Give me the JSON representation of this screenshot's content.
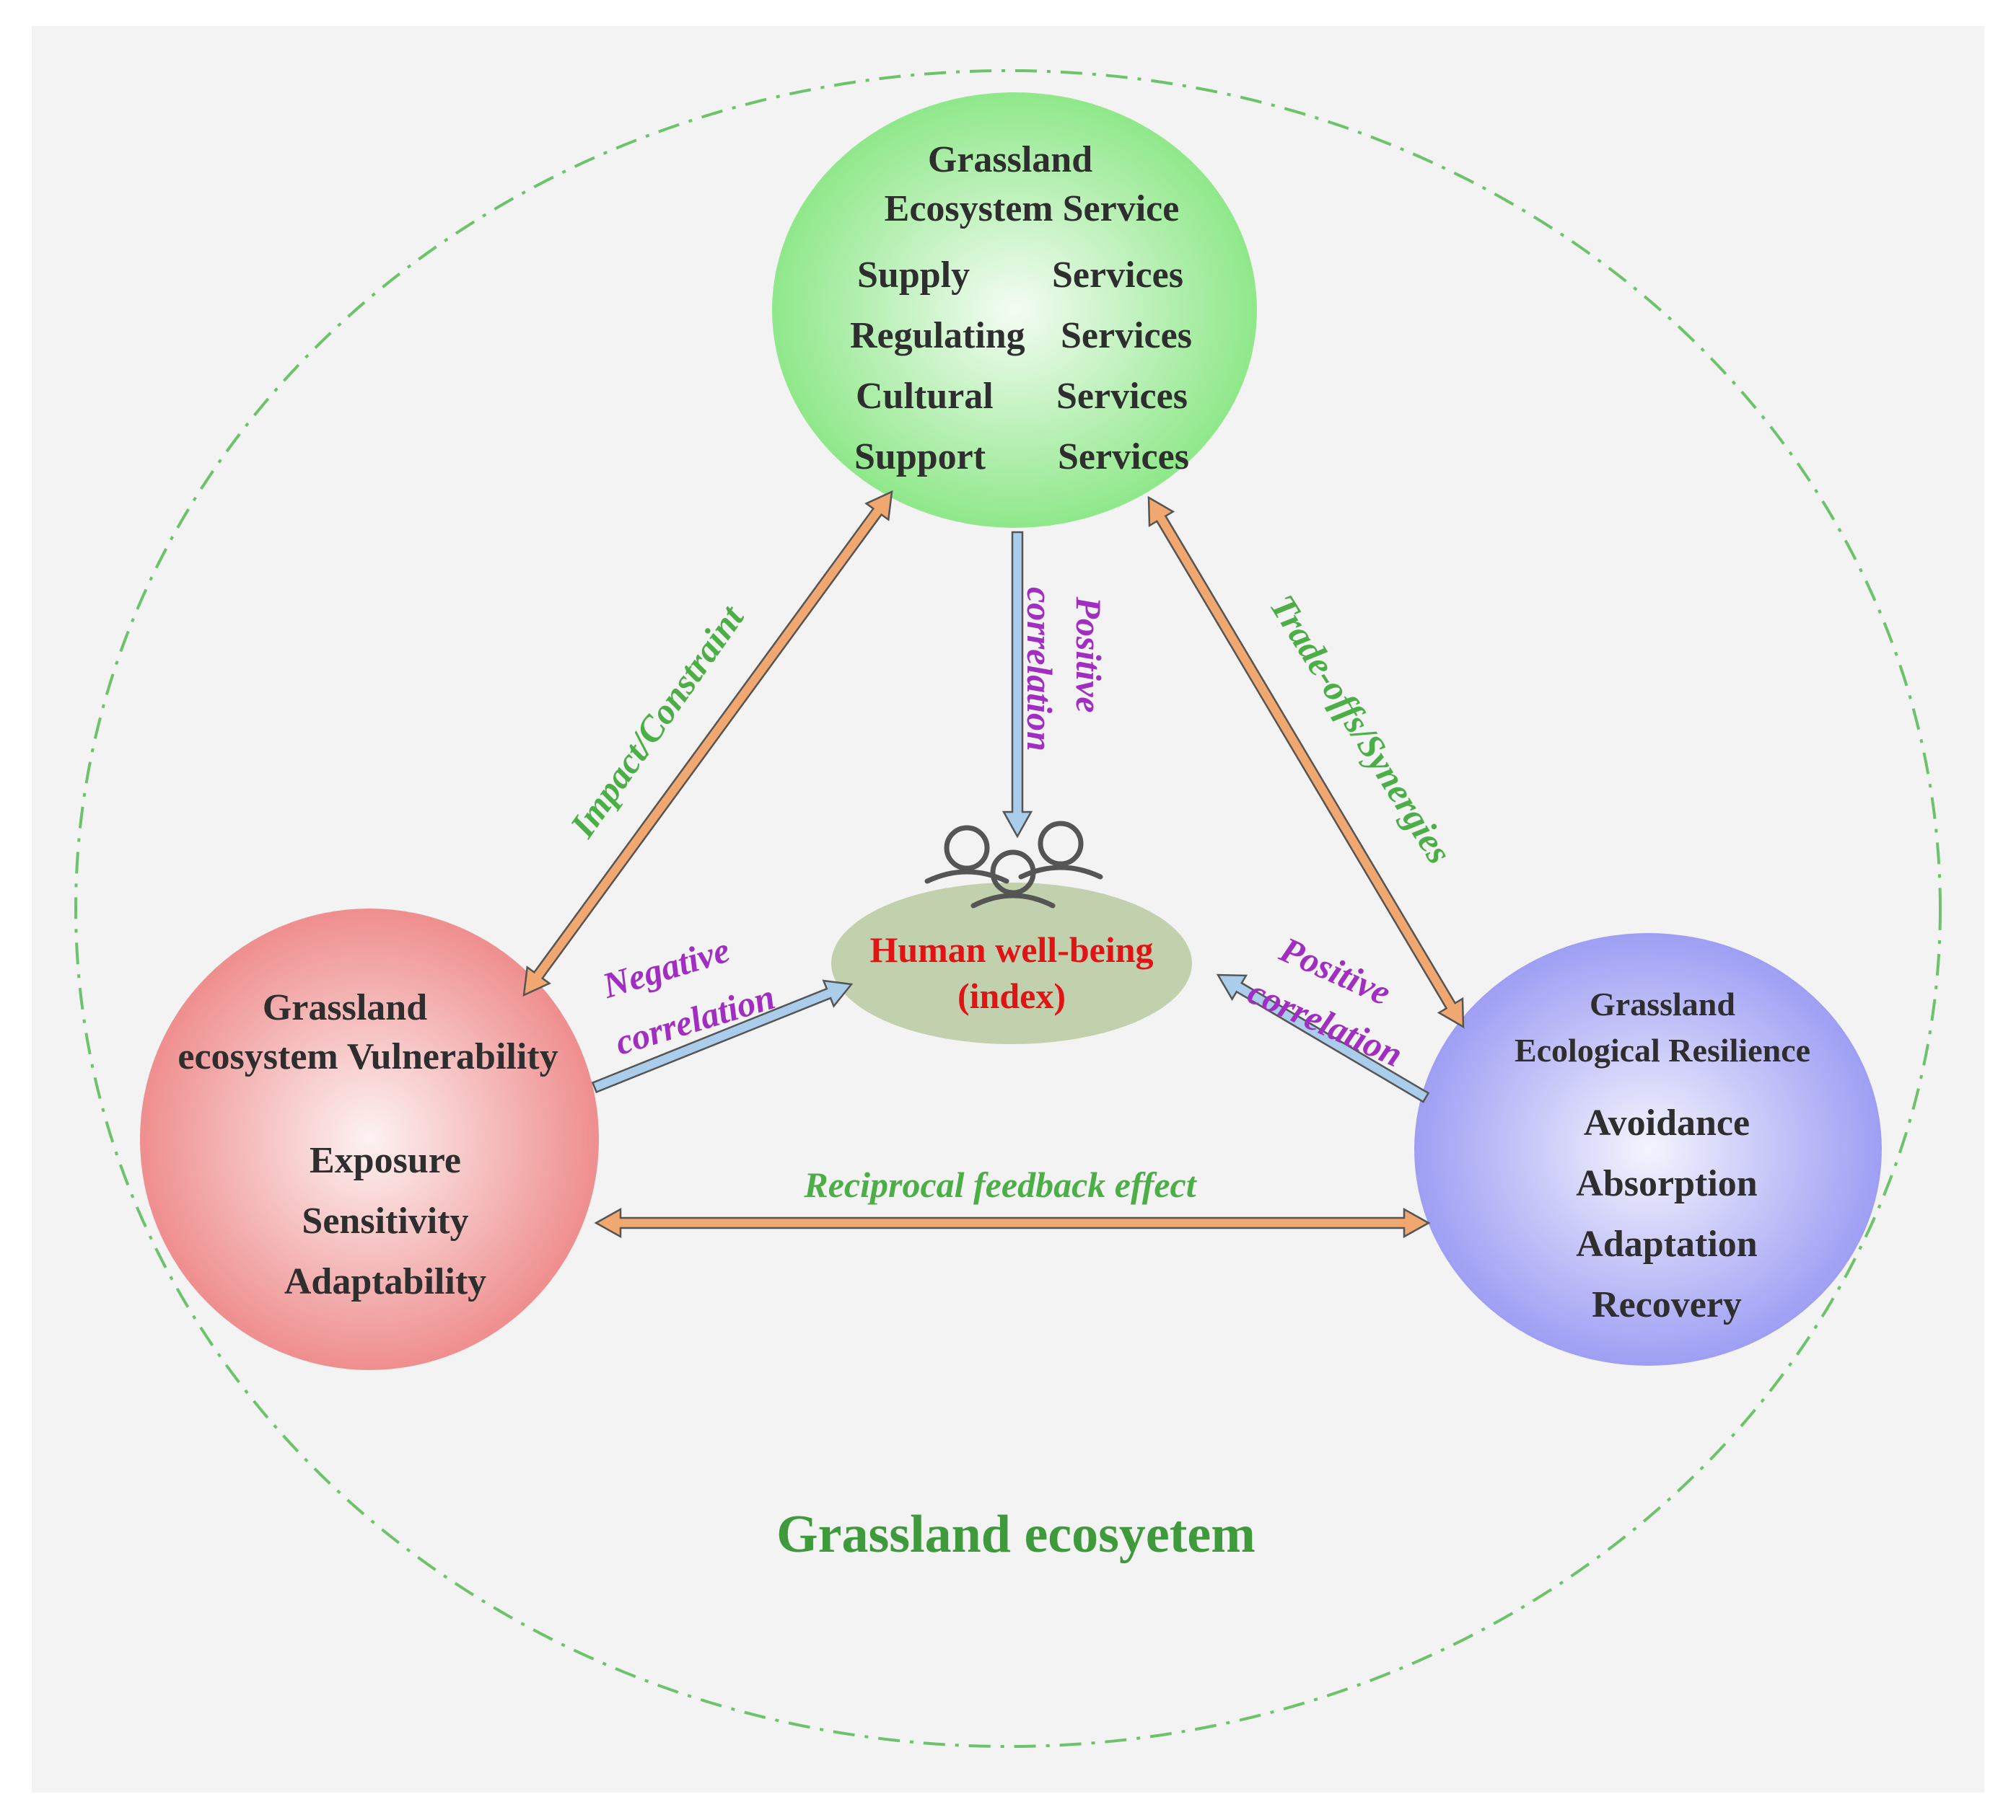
{
  "colors": {
    "boundary": "#6cc36a",
    "orange_arrow": "#f0a870",
    "blue_arrow": "#a9cdeb",
    "service_circle": "#8fe88a",
    "vulnerability_circle": "#ef8e8e",
    "resilience_circle": "#9e9ef4",
    "human_ellipse": "#c2d1ad",
    "footer_text": "#3f9a3c",
    "green_label": "#4cae46",
    "purple_label": "#a02ec0",
    "human_text": "#e01414"
  },
  "nodes": {
    "service": {
      "title_line1": "Grassland",
      "title_line2": "Ecosystem Service",
      "items": [
        {
          "left": "Supply",
          "right": "Services"
        },
        {
          "left": "Regulating",
          "right": "Services"
        },
        {
          "left": "Cultural",
          "right": "Services"
        },
        {
          "left": "Support",
          "right": "Services"
        }
      ]
    },
    "vulnerability": {
      "title_line1": "Grassland",
      "title_line2": "ecosystem Vulnerability",
      "items": [
        "Exposure",
        "Sensitivity",
        "Adaptability"
      ]
    },
    "resilience": {
      "title_line1": "Grassland",
      "title_line2": "Ecological Resilience",
      "items": [
        "Avoidance",
        "Absorption",
        "Adaptation",
        "Recovery"
      ]
    },
    "human": {
      "line1": "Human well-being",
      "line2": "(index)",
      "icon": "people-group-icon"
    }
  },
  "relations": {
    "impact_constraint": "Impact/Constraint",
    "tradeoffs_synergies": "Trade-offs/Synergies",
    "service_to_human_line1": "Positive",
    "service_to_human_line2": "correlation",
    "vulnerability_to_human_line1": "Negative",
    "vulnerability_to_human_line2": "correlation",
    "resilience_to_human_line1": "Positive",
    "resilience_to_human_line2": "correlation",
    "reciprocal": "Reciprocal feedback effect"
  },
  "footer": {
    "label": "Grassland ecosyetem"
  }
}
